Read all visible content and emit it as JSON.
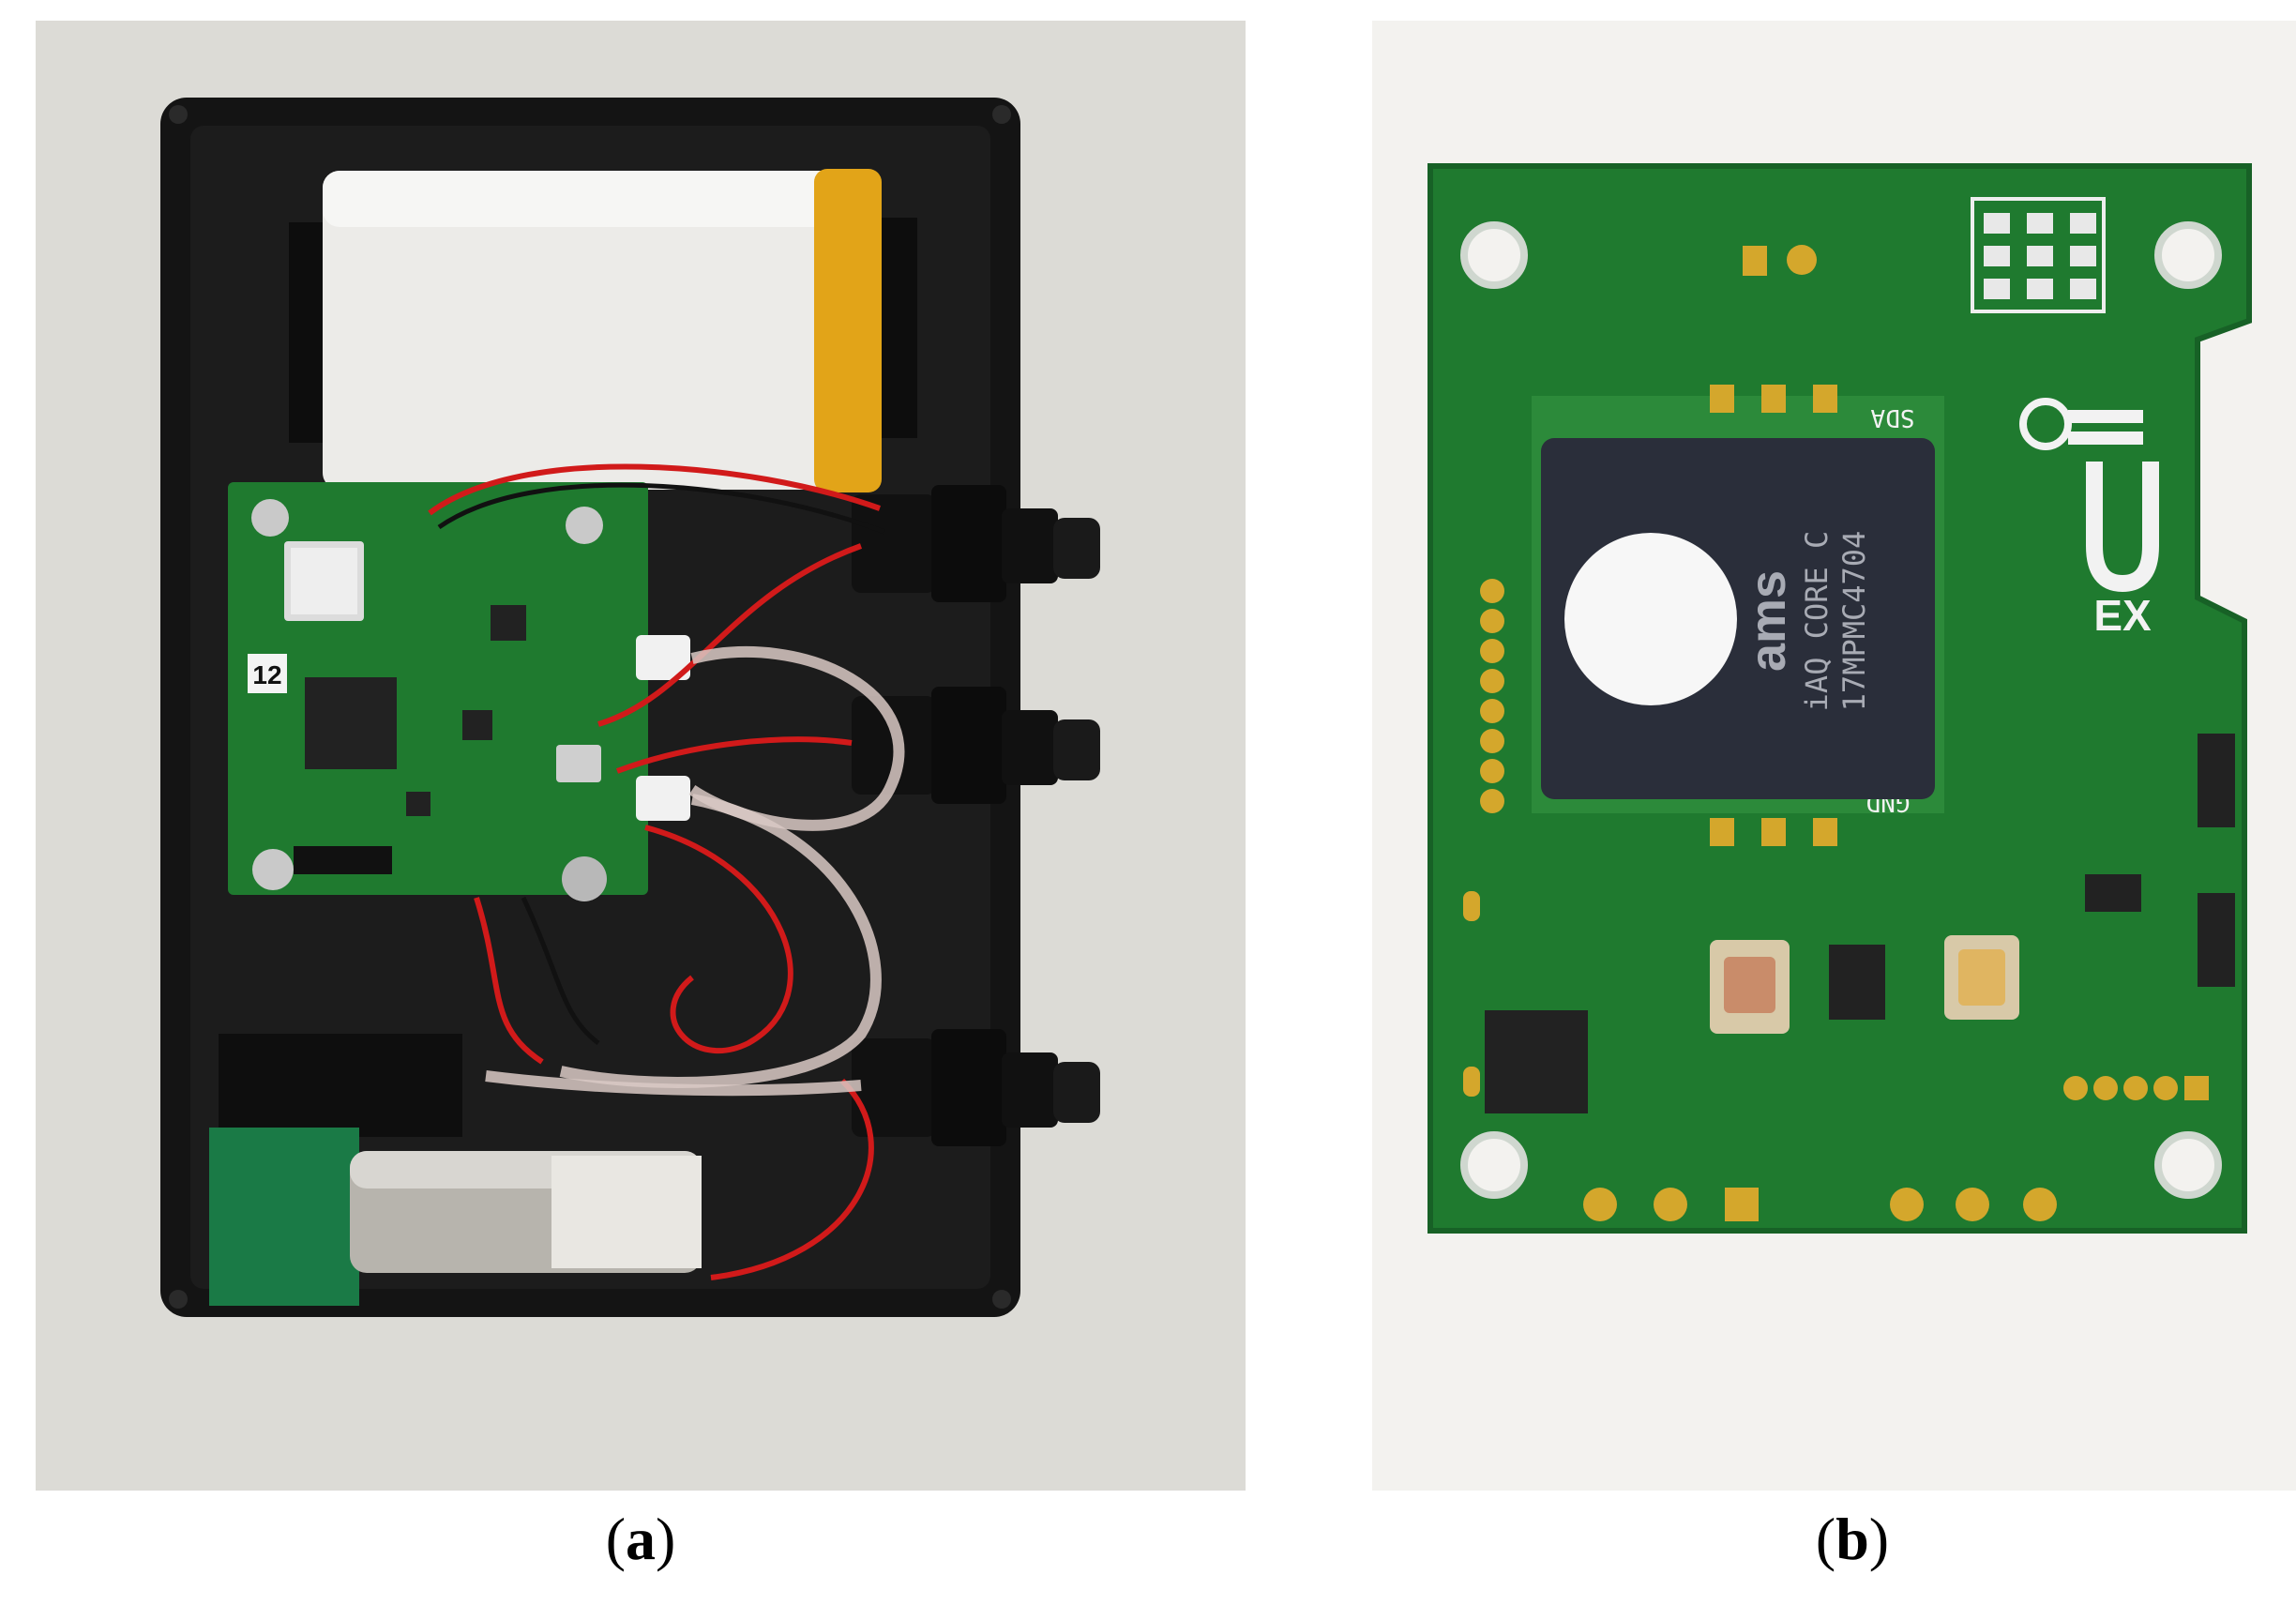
{
  "captions": {
    "a_open": "(",
    "a_letter": "a",
    "a_close": ")",
    "b_open": "(",
    "b_letter": "b",
    "b_close": ")"
  },
  "board_a": {
    "label_number": "12"
  },
  "board_b": {
    "brand": "ams",
    "sensor_line1": "iAQ CORE C",
    "sensor_line2": "17MPMC4704",
    "pin_sda": "SDA",
    "pin_gnd": "GND",
    "logo_text": "EX"
  },
  "colors": {
    "pcb_green": "#1f7a2f",
    "enclosure_black": "#141414",
    "battery_white": "#ecebe8",
    "kapton_yellow": "#e2a418",
    "wire_red": "#d11a1a",
    "gold_pad": "#d4a72c"
  }
}
